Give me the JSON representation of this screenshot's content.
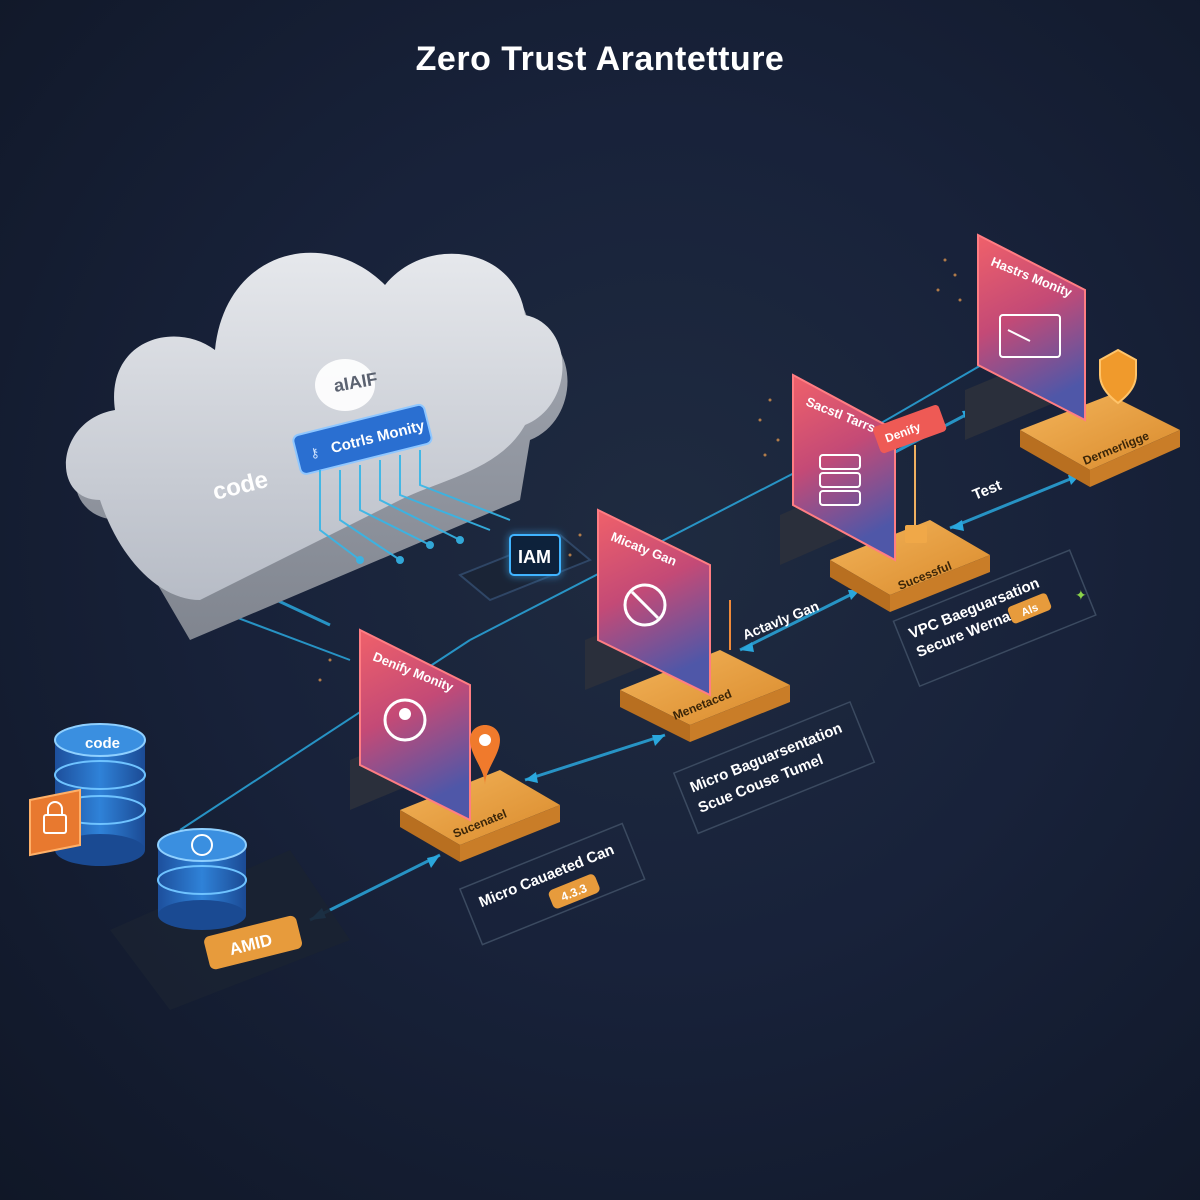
{
  "title": "Zero Trust Arantetture",
  "cloud": {
    "code_label": "code",
    "iam_label": "aIAIF",
    "badge_label": "Cotrls Monity"
  },
  "iam_chip": "IAM",
  "database": {
    "top_label": "code",
    "tag_label": "AMID"
  },
  "cards": [
    {
      "title": "Denify Monity",
      "base_label": "Sucenatel"
    },
    {
      "title": "Micaty Gan",
      "base_label": "Menetaced"
    },
    {
      "title": "Sacstl Tarrs",
      "base_label": "Sucessful",
      "flag_label": "Denify"
    },
    {
      "title": "Hastrs Monity",
      "base_label": "Dermerligge"
    }
  ],
  "annotations": {
    "test": "Test",
    "activity_scan": "Actavly Gan"
  },
  "info_boxes": [
    {
      "line1": "VPC Baeguarsation",
      "line2": "Secure Wernarti",
      "tag": "Als"
    },
    {
      "line1": "Micro Baguarsentation",
      "line2": "Scue Couse Tumel"
    },
    {
      "line1": "Micro Cauaeted Can",
      "tag": "4.3.3"
    }
  ],
  "colors": {
    "background": "#131b2c",
    "accent_blue": "#29a8e0",
    "card_red": "#ec4b55",
    "base_orange": "#e79b3c"
  }
}
